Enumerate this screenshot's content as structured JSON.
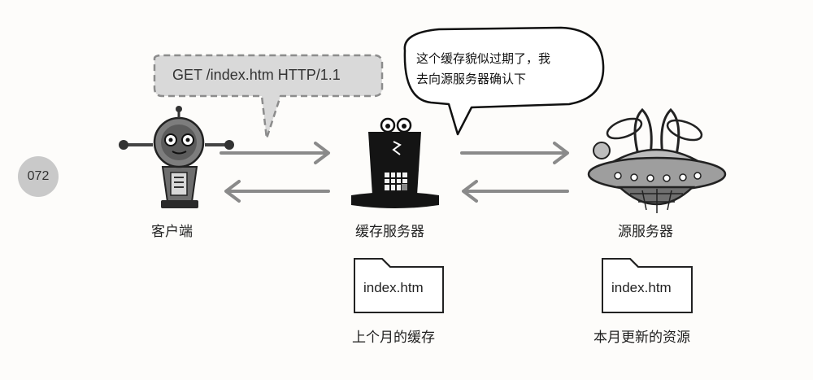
{
  "page_number": "072",
  "request": {
    "text": "GET /index.htm HTTP/1.1"
  },
  "speech": {
    "line1": "这个缓存貌似过期了，我",
    "line2": "去向源服务器确认下"
  },
  "nodes": {
    "client": {
      "label": "客户端"
    },
    "cache_server": {
      "label": "缓存服务器"
    },
    "origin_server": {
      "label": "源服务器"
    }
  },
  "files": {
    "cache_file": {
      "name": "index.htm",
      "caption": "上个月的缓存"
    },
    "origin_file": {
      "name": "index.htm",
      "caption": "本月更新的资源"
    }
  },
  "colors": {
    "arrow": "#8a8a8a",
    "dark": "#1a1a1a",
    "bubble_fill": "#d9d9d9",
    "page_badge": "#c9c9c9"
  }
}
